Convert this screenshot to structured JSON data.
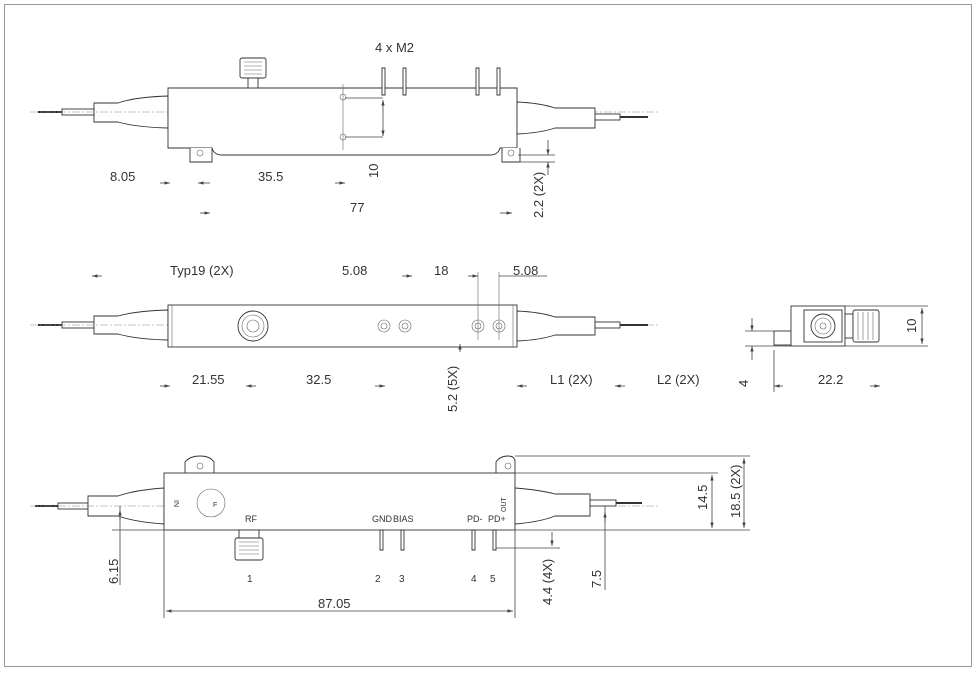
{
  "colors": {
    "line": "#444444",
    "text": "#333333",
    "frame": "#999999"
  },
  "top_view": {
    "dims": {
      "mounting_holes": "4 x M2",
      "d_8_05": "8.05",
      "d_35_5": "35.5",
      "d_77": "77",
      "d_10": "10",
      "d_2_2": "2.2 (2X)"
    }
  },
  "side_view": {
    "dims": {
      "typ19": "Typ19 (2X)",
      "d_5_08_a": "5.08",
      "d_18": "18",
      "d_5_08_b": "5.08",
      "d_21_55": "21.55",
      "d_32_5": "32.5",
      "d_5_2": "5.2 (5X)",
      "l1": "L1 (2X)",
      "l2": "L2 (2X)"
    }
  },
  "end_view": {
    "dims": {
      "d_10": "10",
      "d_4": "4",
      "d_22_2": "22.2"
    }
  },
  "bottom_view": {
    "labels": {
      "in": "IN",
      "out": "OUT",
      "f_mark": "F"
    },
    "pins": [
      {
        "label": "RF",
        "number": "1"
      },
      {
        "label": "GND",
        "number": "2"
      },
      {
        "label": "BIAS",
        "number": "3"
      },
      {
        "label": "PD-",
        "number": "4"
      },
      {
        "label": "PD+",
        "number": "5"
      }
    ],
    "dims": {
      "d_14_5": "14.5",
      "d_18_5": "18.5 (2X)",
      "d_6_15": "6.15",
      "d_4_4": "4.4 (4X)",
      "d_7_5": "7.5",
      "d_87_05": "87.05"
    }
  }
}
